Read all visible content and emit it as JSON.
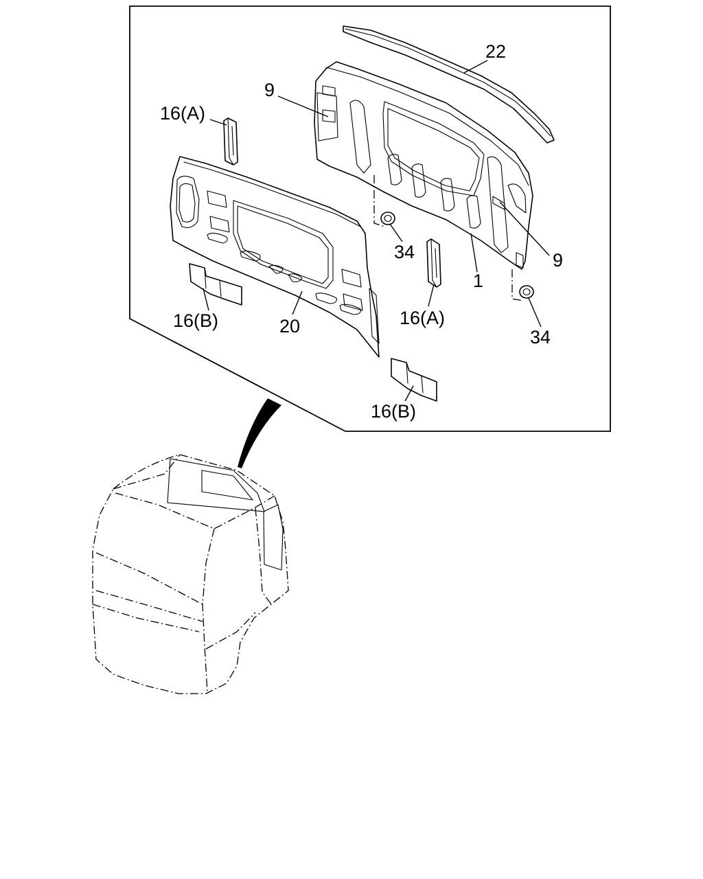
{
  "callouts": {
    "c22": "22",
    "c9_upper": "9",
    "c16a_upper": "16(A)",
    "c34_upper": "34",
    "c1": "1",
    "c9_right": "9",
    "c16a_lower": "16(A)",
    "c16b_left": "16(B)",
    "c20": "20",
    "c34_lower": "34",
    "c16b_lower": "16(B)"
  }
}
